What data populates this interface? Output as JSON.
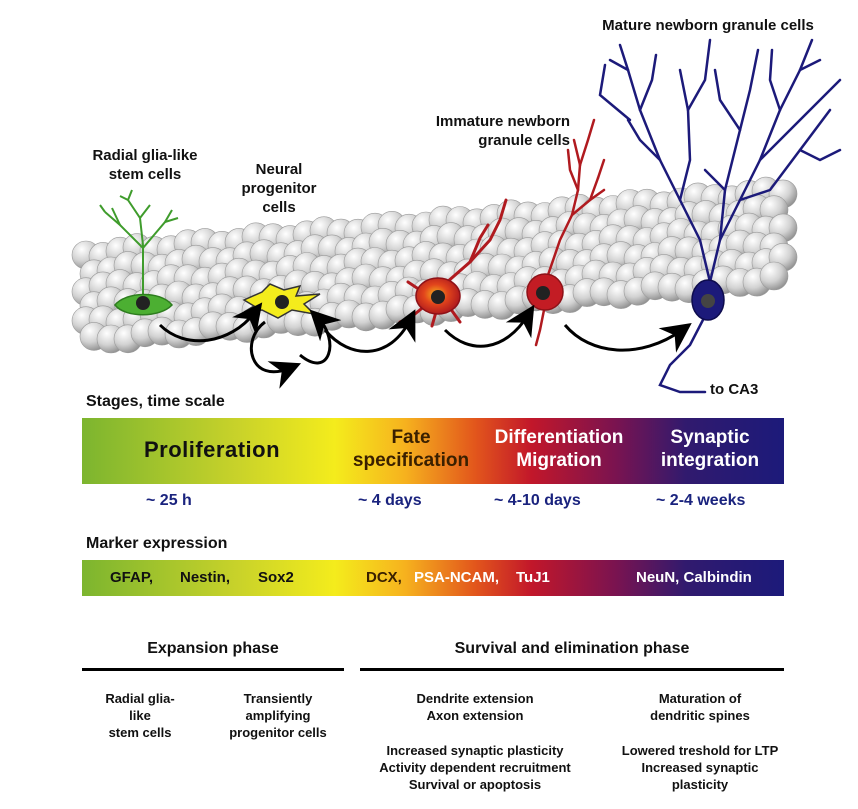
{
  "cells": {
    "radial": "Radial glia-like\nstem cells",
    "progenitor": "Neural\nprogenitor\ncells",
    "immature": "Immature newborn\ngranule cells",
    "mature": "Mature newborn granule cells",
    "to_ca3": "to CA3"
  },
  "stages_heading": "Stages, time scale",
  "stages": [
    {
      "label": "Proliferation",
      "time": "~ 25 h"
    },
    {
      "label": "Fate\nspecification",
      "time": "~ 4 days"
    },
    {
      "label": "Differentiation\nMigration",
      "time": "~ 4-10 days"
    },
    {
      "label": "Synaptic\nintegration",
      "time": "~ 2-4 weeks"
    }
  ],
  "marker_heading": "Marker  expression",
  "markers": {
    "gfap": "GFAP,",
    "nestin": "Nestin,",
    "sox2": "Sox2",
    "dcx": "DCX,",
    "psa": "PSA-NCAM,",
    "tuj1": "TuJ1",
    "neun": "NeuN, Calbindin"
  },
  "phases": {
    "expansion": "Expansion  phase",
    "survival": "Survival and elimination phase"
  },
  "phase_details": {
    "radial": "Radial glia-\nlike\nstem cells",
    "transient": "Transiently\namplifying\nprogenitor cells",
    "dendrite": "Dendrite extension\nAxon extension",
    "plasticity": "Increased synaptic plasticity\nActivity dependent recruitment\nSurvival or apoptosis",
    "maturation": "Maturation of\ndendritic spines",
    "ltp": "Lowered treshold for LTP\nIncreased synaptic\nplasticity"
  },
  "colors": {
    "radial_cell": "#4caf32",
    "progenitor_cell": "#f4ec1c",
    "immature_cell": "#b01a1f",
    "mature_cell": "#1c1a7a",
    "time_text": "#1a237e"
  }
}
